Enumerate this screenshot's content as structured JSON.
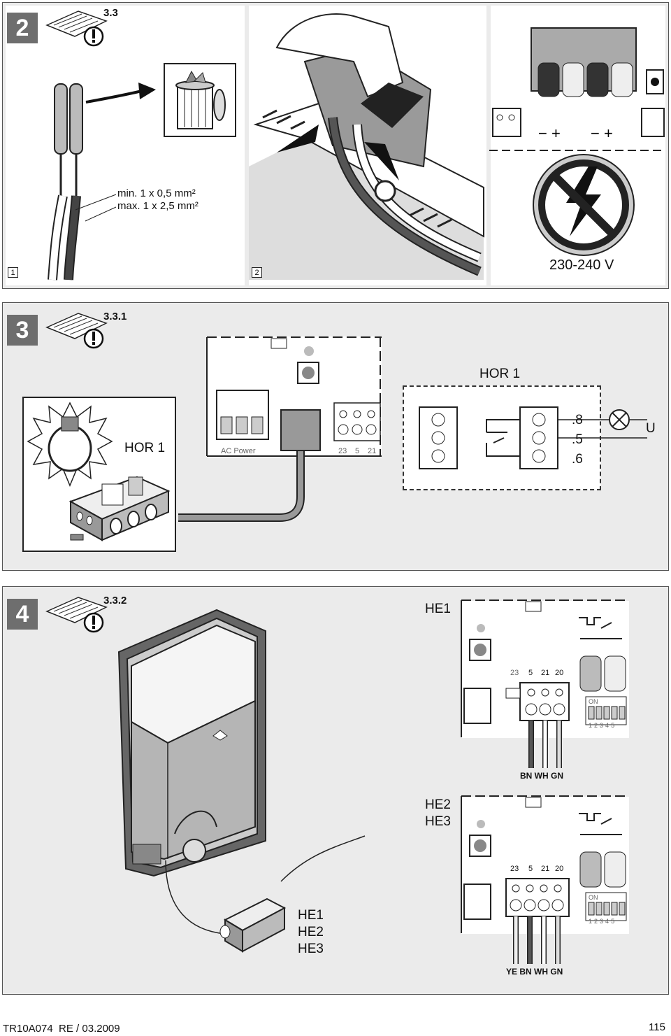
{
  "step2": {
    "step": "2",
    "ref": "3.3",
    "sub1": "1",
    "sub2": "2",
    "wire_min": "min. 1 x 0,5 mm²",
    "wire_max": "max. 1 x 2,5 mm²",
    "voltage": "230-240 V",
    "icons": [
      "manual-warning-icon",
      "trash-bin-icon",
      "no-high-voltage-icon"
    ]
  },
  "step3": {
    "step": "3",
    "ref": "3.3.1",
    "relay_label": "HOR 1",
    "module_title": "HOR 1",
    "ac_power": "AC Power",
    "terminals": [
      "23",
      "5",
      "21"
    ],
    "contacts": [
      ".8",
      ".5",
      ".6"
    ],
    "supply": "U"
  },
  "step4": {
    "step": "4",
    "ref": "3.3.2",
    "he1_title": "HE1",
    "he23_title_1": "HE2",
    "he23_title_2": "HE3",
    "terminals_top": [
      "23",
      "5",
      "21",
      "20"
    ],
    "terminals_bottom": [
      "23",
      "5",
      "21",
      "20"
    ],
    "dip_on": "ON",
    "dip_nums": [
      "1",
      "2",
      "3",
      "4",
      "5"
    ],
    "wires_he1": "BN WH GN",
    "wires_he23": "YE BN WH GN",
    "receivers": [
      "HE1",
      "HE2",
      "HE3"
    ]
  },
  "footer": {
    "doc_id": "TR10A074  RE / 03.2009",
    "page": "115"
  }
}
